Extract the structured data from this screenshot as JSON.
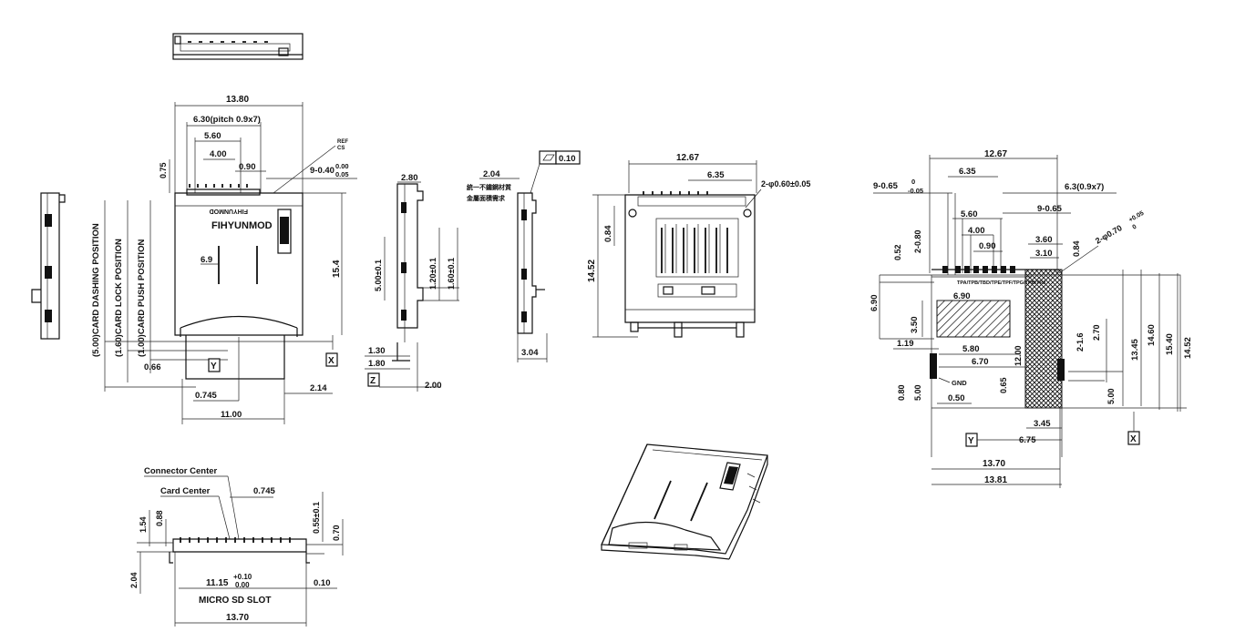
{
  "labels": {
    "top_w": "13.80",
    "pitch": "6.30(pitch 0.9x7)",
    "d560": "5.60",
    "d400": "4.00",
    "d090": "0.90",
    "d075": "0.75",
    "tol": "9-0.40",
    "tol_up": "0.00",
    "tol_dn": "0.05",
    "ref_a": "REF",
    "ref_b": "CS",
    "brand": "FIHYUNMOD",
    "d69": "6.9",
    "d154": "15.4",
    "pos1": "(5.00)CARD DASHING POSITION",
    "pos2": "(1.60)CARD LOCK POSITION",
    "pos3": "(1.00)CARD PUSH POSITION",
    "d066": "0.66",
    "Y": "Y",
    "X": "X",
    "Z": "Z",
    "d0745": "0.745",
    "d1100": "11.00",
    "d214": "2.14",
    "s280": "2.80",
    "s500": "5.00±0.1",
    "s120": "1.20±0.1",
    "s160": "1.60±0.1",
    "s130": "1.30",
    "s180": "1.80",
    "s200": "2.00",
    "c204": "2.04",
    "flat": "0.10",
    "cn1": "統一不鏽鋼材質",
    "cn2": "金屬面積需求",
    "c304": "3.04",
    "r1267": "12.67",
    "r635": "6.35",
    "holes": "2-φ0.60±0.05",
    "r084": "0.84",
    "r1452": "14.52",
    "f1267": "12.67",
    "f635": "6.35",
    "f_tol": "9-0.65",
    "f_tol_up": "0",
    "f_tol_dn": "-0.05",
    "f63": "6.3(0.9x7)",
    "f560": "5.60",
    "f400": "4.00",
    "f090": "0.90",
    "f965": "9-0.65",
    "f052": "0.52",
    "f2_080": "2-0.80",
    "f360": "3.60",
    "f310": "3.10",
    "f084": "0.84",
    "fholes": "2-φ0.70",
    "fholes_up": "+0.05",
    "fholes_dn": "0",
    "f690a": "6.90",
    "f690b": "6.90",
    "f350": "3.50",
    "f119": "1.19",
    "f580": "5.80",
    "f670": "6.70",
    "f1200": "12.00",
    "f2_16": "2-1.6",
    "f270": "2.70",
    "f1345": "13.45",
    "f1460": "14.60",
    "f1540": "15.40",
    "f1452": "14.52",
    "f080": "0.80",
    "f500a": "5.00",
    "f050": "0.50",
    "f065": "0.65",
    "gnd": "GND",
    "f500b": "5.00",
    "f345": "3.45",
    "f675": "6.75",
    "f1370": "13.70",
    "f1381": "13.81",
    "b_conn": "Connector Center",
    "b_card": "Card Center",
    "b0745": "0.745",
    "b154": "1.54",
    "b088": "0.88",
    "b055": "0.55±0.1",
    "b070": "0.70",
    "b204": "2.04",
    "b1115": "11.15",
    "b_up": "+0.10",
    "b_dn": "0.00",
    "b010": "0.10",
    "b_slot": "MICRO SD SLOT",
    "b1370": "13.70"
  }
}
